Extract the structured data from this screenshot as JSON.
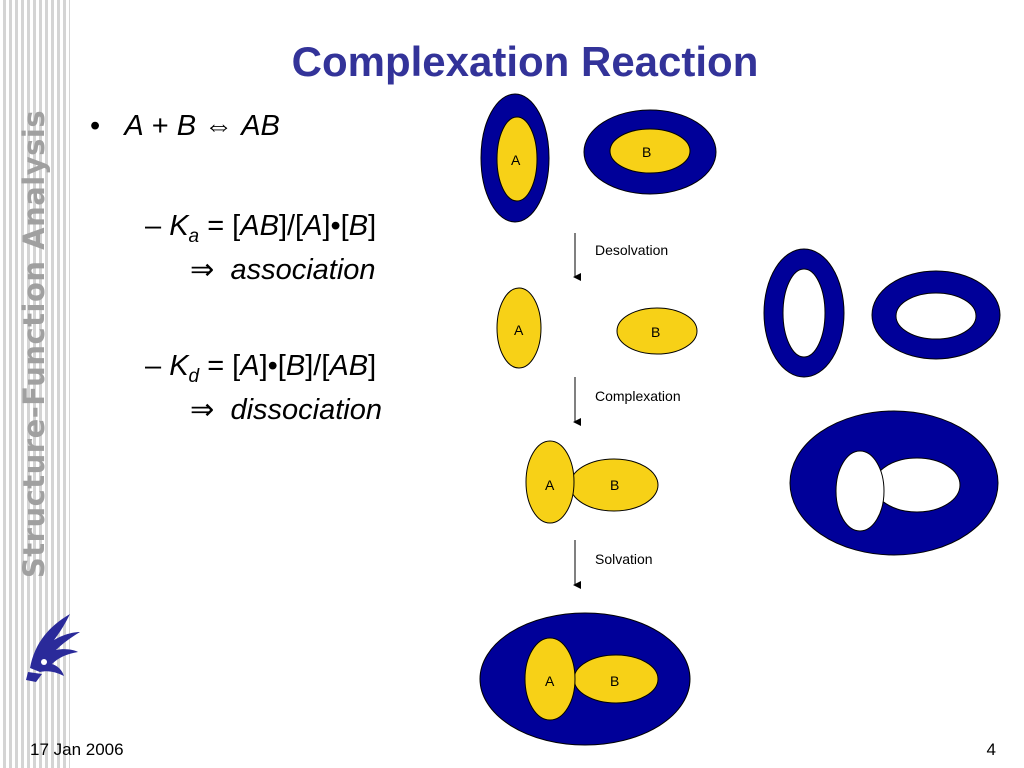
{
  "slide": {
    "title": "Complexation Reaction",
    "side_title": "Structure-Function Analysis",
    "footer_date": "17 Jan 2006",
    "page_number": "4"
  },
  "bullets": {
    "b1": {
      "bullet": "•",
      "a": "A",
      "plus": "+",
      "b": "B",
      "arrow": "⇔",
      "ab": "AB"
    },
    "ka": {
      "dash": "–",
      "k": "K",
      "sub": "a",
      "eq": "= [",
      "t1": "AB",
      "m1": "]/[",
      "t2": "A",
      "m2": "]•[",
      "t3": "B",
      "end": "]",
      "implies": "⇒",
      "word": "association"
    },
    "kd": {
      "dash": "–",
      "k": "K",
      "sub": "d",
      "eq": "= [",
      "t1": "A",
      "m1": "]•[",
      "t2": "B",
      "m2": "]/[",
      "t3": "AB",
      "end": "]",
      "implies": "⇒",
      "word": "dissociation"
    }
  },
  "diagram": {
    "labels": {
      "a": "A",
      "b": "B"
    },
    "steps": {
      "desolvation": "Desolvation",
      "complexation": "Complexation",
      "solvation": "Solvation"
    },
    "colors": {
      "solvent": "#000099",
      "solute": "#f7d117",
      "outline": "#000000"
    }
  }
}
